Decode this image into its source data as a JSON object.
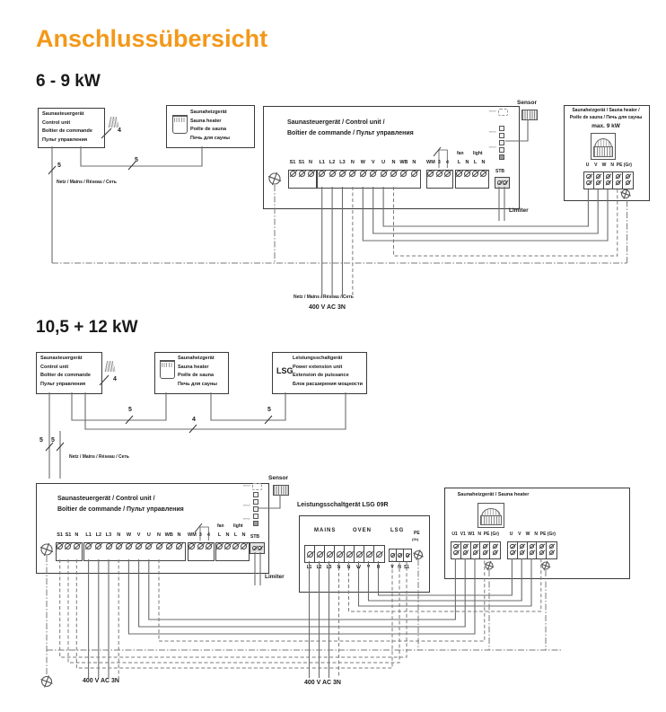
{
  "page": {
    "title": "Anschlussübersicht",
    "accent": "#F39819"
  },
  "labels": {
    "four": "4",
    "five": "5"
  },
  "common": {
    "control_lines": [
      "Saunasteuergerät",
      "Control unit",
      "Boîtier de commande",
      "Пульт управления"
    ],
    "heater_lines": [
      "Saunaheizgerät",
      "Sauna heater",
      "Poêle de sauna",
      "Печь для сауны"
    ],
    "mains": "Netz / Mains / Réseau / Сеть",
    "voltage": "400 V AC 3N"
  },
  "control_unit": {
    "title_line1": "Saunasteuergerät / Control unit /",
    "title_line2": "Boîtier de commande / Пульт управления",
    "group_s1": [
      "S1",
      "S1",
      "N"
    ],
    "group_main": [
      "L1",
      "L2",
      "L3",
      "N",
      "W",
      "V",
      "U",
      "N",
      "WB",
      "N"
    ],
    "group_wm": [
      "WM",
      "3",
      "4"
    ],
    "fan": "fan",
    "light": "light",
    "fan_light_terms": [
      "L",
      "N",
      "L",
      "N"
    ],
    "stb": "STB",
    "sensor": "Sensor",
    "limiter": "Limiter",
    "connector_labels": [
      "sensor",
      "sensor",
      "sensor"
    ]
  },
  "section1": {
    "heading": "6 - 9 kW",
    "heater": {
      "line1": "Saunaheizgerät / Sauna heater /",
      "line2": "Poêle de sauna / Печь для сауны",
      "max": "max. 9 kW",
      "terms": [
        "U",
        "V",
        "W",
        "N",
        "PE (Gr)"
      ]
    }
  },
  "section2": {
    "heading": "10,5 + 12 kW",
    "lsg_overview": {
      "abbr": "LSG",
      "lines": [
        "Leistungsschaltgerät",
        "Power extension unit",
        "Extension de puissance",
        "Блок расширения мощности"
      ]
    },
    "lsg": {
      "title": "Leistungsschaltgerät LSG 09R",
      "group_mains": "MAINS",
      "group_oven": "OVEN",
      "group_lsg": "LSG",
      "pe": "PE",
      "pe2": "(Gr)",
      "block_terms": [
        "L1",
        "L2",
        "L3",
        "N",
        "N",
        "W",
        "V",
        "U"
      ],
      "ctl_terms": [
        "V",
        "N",
        "S1"
      ]
    },
    "heater": {
      "title": "Saunaheizgerät / Sauna heater",
      "group1_terms": [
        "U1",
        "V1",
        "W1",
        "N",
        "PE (Gr)"
      ],
      "group2_terms": [
        "U",
        "V",
        "W",
        "N",
        "PE (Gr)"
      ]
    }
  }
}
